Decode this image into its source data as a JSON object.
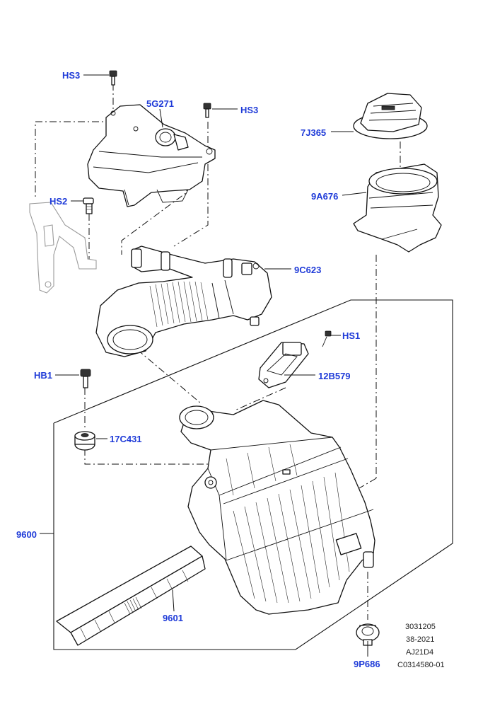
{
  "diagram": {
    "callouts": {
      "hs3_top": "HS3",
      "p5g271": "5G271",
      "hs3_right": "HS3",
      "p7j365": "7J365",
      "p9a676": "9A676",
      "hs2": "HS2",
      "p9c623": "9C623",
      "hs1": "HS1",
      "p12b579": "12B579",
      "hb1": "HB1",
      "p17c431": "17C431",
      "p9600": "9600",
      "p9601": "9601",
      "p9p686": "9P686"
    },
    "reference": {
      "line1": "3031205",
      "line2": "38-2021",
      "line3": "AJ21D4",
      "line4": "C0314580-01"
    },
    "colors": {
      "callout": "#1f3bd8",
      "linework": "#111111",
      "ghost_part": "#9a9a9a"
    }
  }
}
